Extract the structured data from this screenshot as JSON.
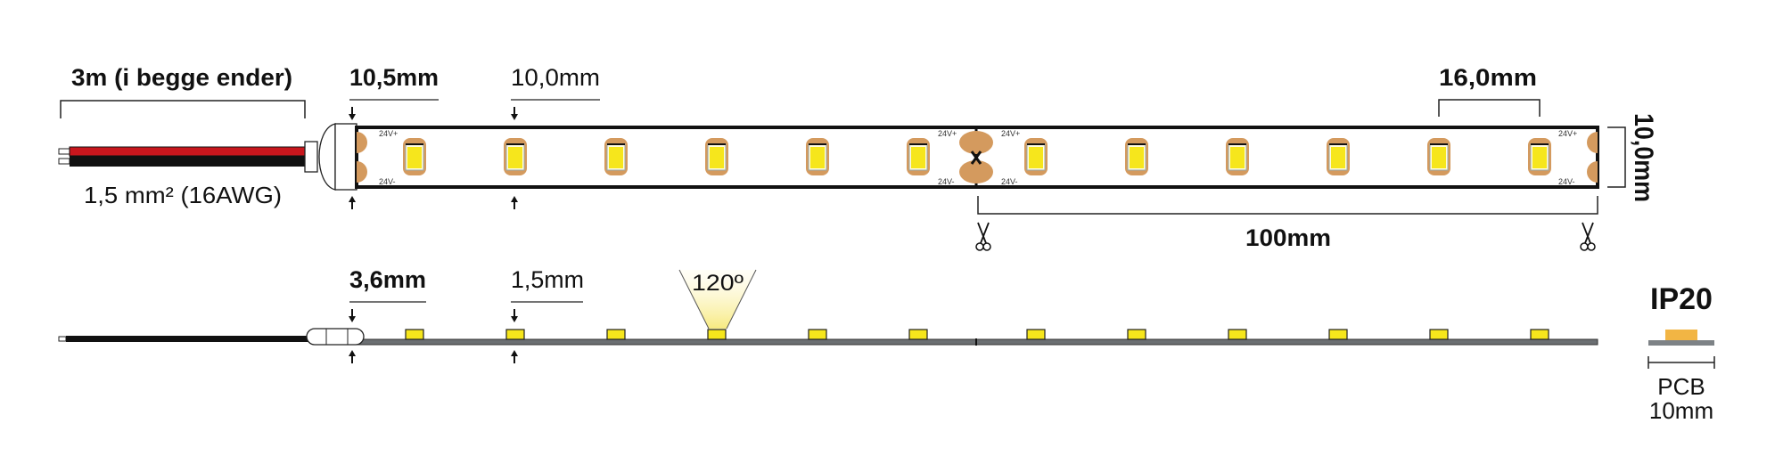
{
  "labels": {
    "cable_length": "3m (i begge ender)",
    "cable_spec": "1,5 mm² (16AWG)",
    "end_cap_width": "10,5mm",
    "strip_edge_offset": "10,0mm",
    "led_spacing": "16,0mm",
    "strip_width": "10,0mm",
    "cut_interval": "100mm",
    "end_cap_height": "3,6mm",
    "pcb_height": "1,5mm",
    "beam_angle": "120º",
    "ip_rating": "IP20",
    "pcb_label": "PCB",
    "pcb_width": "10mm"
  },
  "pad_labels": {
    "positive": "24V+",
    "negative": "24V-"
  },
  "strip": {
    "segments": 2,
    "leds_per_segment": 6
  },
  "colors": {
    "pcb_grey": "#6b6f72",
    "led_yellow": "#f6e61c",
    "pad_tan": "#d49a5e",
    "wire_red": "#c8161d",
    "wire_black": "#111111",
    "ip_chip": "#f2b544",
    "beam": "#fbf3b0"
  }
}
